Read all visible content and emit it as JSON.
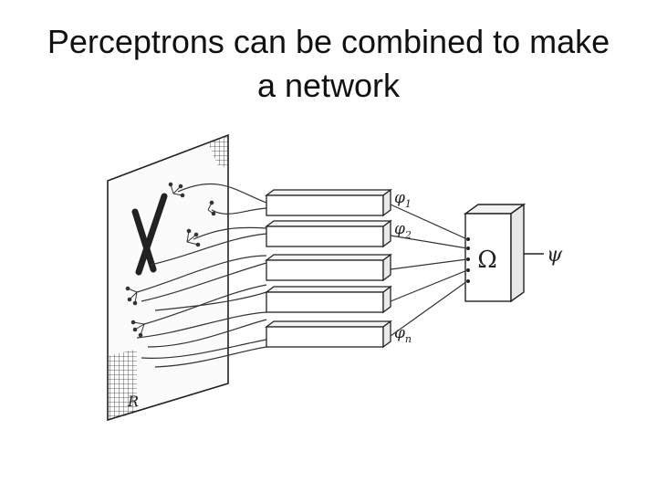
{
  "slide": {
    "title_line1": "Perceptrons can be combined to make",
    "title_line2": "a network"
  },
  "diagram": {
    "retina_label": "R",
    "input_pattern": "X",
    "units": [
      {
        "label": "φ",
        "sub": "1"
      },
      {
        "label": "φ",
        "sub": "2"
      },
      {
        "label": "",
        "sub": ""
      },
      {
        "label": "",
        "sub": ""
      },
      {
        "label": "φ",
        "sub": "n"
      }
    ],
    "output_unit_symbol": "Ω",
    "output_symbol": "ψ"
  }
}
